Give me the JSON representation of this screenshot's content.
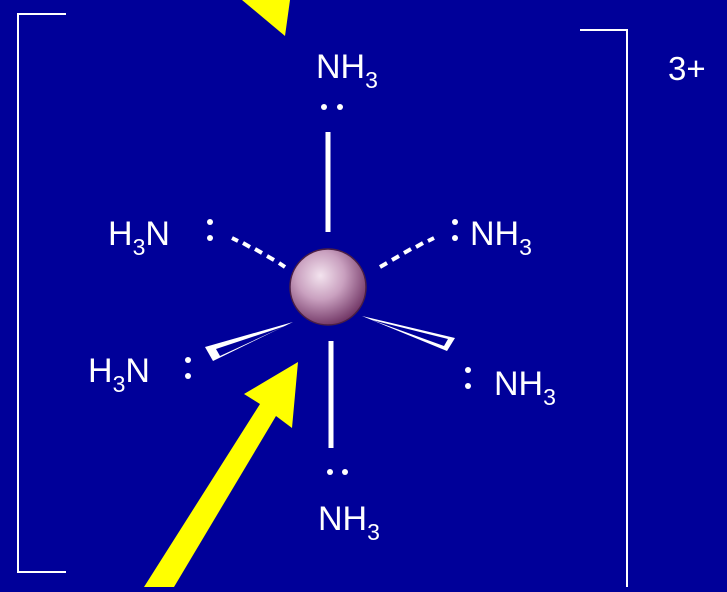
{
  "complex": {
    "charge": "3+",
    "ligands": {
      "top": {
        "main": "NH",
        "sub": "3"
      },
      "bottom": {
        "main": "NH",
        "sub": "3"
      },
      "right": {
        "main": "NH",
        "sub": "3"
      },
      "right_lower": {
        "main": "NH",
        "sub": "3"
      },
      "left": {
        "pre": "H",
        "sub": "3",
        "main": "N"
      },
      "left_lower": {
        "pre": "H",
        "sub": "3",
        "main": "N"
      }
    }
  },
  "colors": {
    "background": "#000099",
    "foreground": "#ffffff",
    "arrow": "#ffff00",
    "metal_center": "#c9a0bf",
    "metal_edge": "#6a2d5e"
  }
}
